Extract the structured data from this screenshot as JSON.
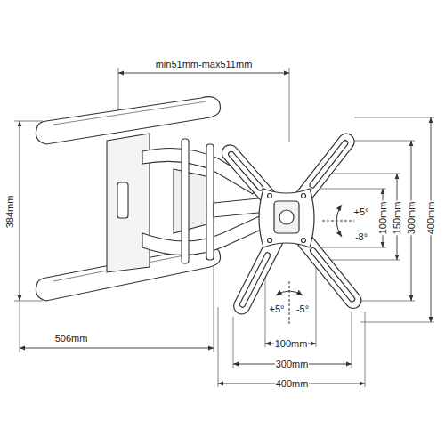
{
  "diagram": {
    "labels": [
      "min51mm-max511mm",
      "384mm",
      "+5°",
      "-8°",
      "100mm",
      "150mm",
      "300mm",
      "400mm",
      "+5°",
      "-5°",
      "506mm",
      "100mm",
      "300mm",
      "400mm"
    ]
  }
}
